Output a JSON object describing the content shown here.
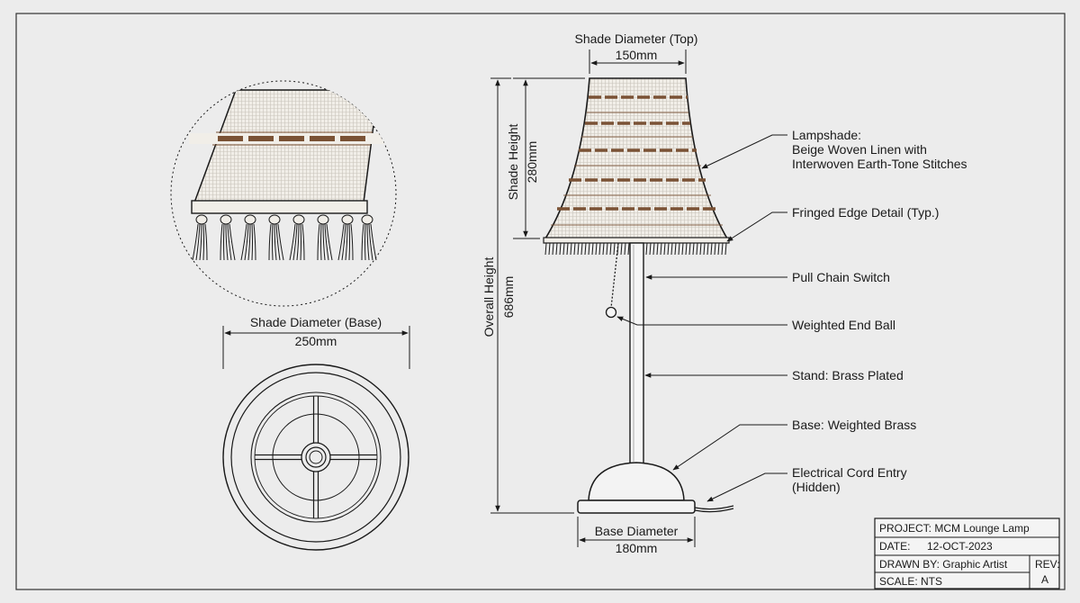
{
  "dimensions": {
    "shade_top_title": "Shade Diameter (Top)",
    "shade_top_value": "150mm",
    "shade_height_title": "Shade Height",
    "shade_height_value": "280mm",
    "overall_height_title": "Overall Height",
    "overall_height_value": "686mm",
    "base_diameter_title": "Base Diameter",
    "base_diameter_value": "180mm",
    "shade_base_title": "Shade Diameter (Base)",
    "shade_base_value": "250mm"
  },
  "callouts": {
    "lampshade_1": "Lampshade:",
    "lampshade_2": "Beige Woven Linen with",
    "lampshade_3": "Interwoven Earth-Tone Stitches",
    "fringe": "Fringed Edge Detail (Typ.)",
    "pull_chain": "Pull Chain Switch",
    "end_ball": "Weighted End Ball",
    "stand": "Stand: Brass Plated",
    "base": "Base: Weighted Brass",
    "cord_1": "Electrical Cord Entry",
    "cord_2": "(Hidden)"
  },
  "title_block": {
    "project": "PROJECT: MCM Lounge Lamp",
    "date_label": "DATE:",
    "date_value": "12-OCT-2023",
    "drawn_by": "DRAWN BY: Graphic Artist",
    "rev_label": "REV:",
    "rev_value": "A",
    "scale": "SCALE: NTS"
  },
  "colors": {
    "line": "#1a1a1a",
    "linen": "#eeeae2",
    "stitch": "#7a5235",
    "background": "#ececec"
  }
}
